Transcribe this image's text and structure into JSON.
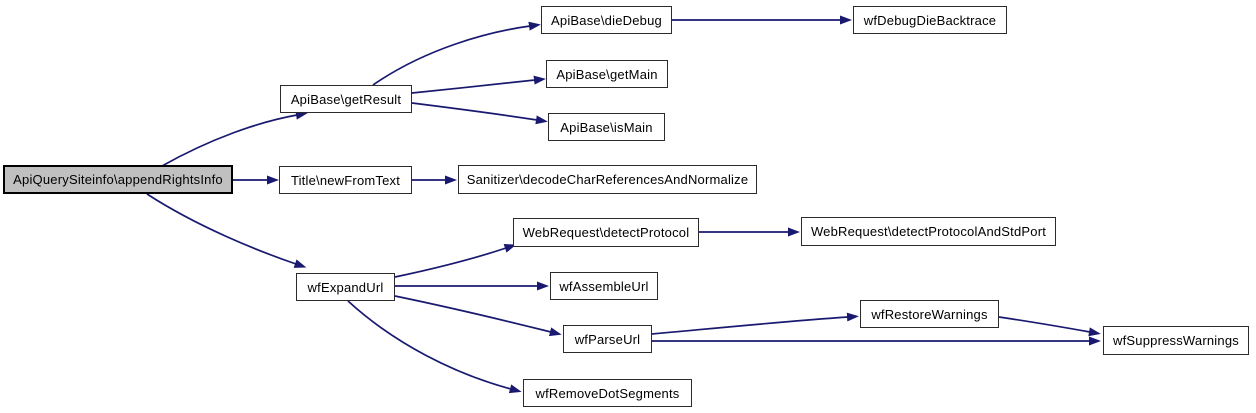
{
  "diagram": {
    "type": "call-graph",
    "background_color": "#ffffff",
    "edge_color": "#191970",
    "node_border_color": "#000000",
    "node_fill_color": "#ffffff",
    "highlight_fill_color": "#c0c0c0",
    "nodes": {
      "append_rights_info": {
        "label": "ApiQuerySiteinfo\\appendRightsInfo",
        "highlighted": true
      },
      "get_result": {
        "label": "ApiBase\\getResult",
        "highlighted": false
      },
      "die_debug": {
        "label": "ApiBase\\dieDebug",
        "highlighted": false
      },
      "get_main": {
        "label": "ApiBase\\getMain",
        "highlighted": false
      },
      "is_main": {
        "label": "ApiBase\\isMain",
        "highlighted": false
      },
      "wf_debug_die_backtrace": {
        "label": "wfDebugDieBacktrace",
        "highlighted": false
      },
      "new_from_text": {
        "label": "Title\\newFromText",
        "highlighted": false
      },
      "sanitizer_decode": {
        "label": "Sanitizer\\decodeCharReferencesAndNormalize",
        "highlighted": false
      },
      "wf_expand_url": {
        "label": "wfExpandUrl",
        "highlighted": false
      },
      "detect_protocol": {
        "label": "WebRequest\\detectProtocol",
        "highlighted": false
      },
      "wf_assemble_url": {
        "label": "wfAssembleUrl",
        "highlighted": false
      },
      "wf_parse_url": {
        "label": "wfParseUrl",
        "highlighted": false
      },
      "wf_remove_dot_segments": {
        "label": "wfRemoveDotSegments",
        "highlighted": false
      },
      "detect_protocol_and_std_port": {
        "label": "WebRequest\\detectProtocolAndStdPort",
        "highlighted": false
      },
      "wf_restore_warnings": {
        "label": "wfRestoreWarnings",
        "highlighted": false
      },
      "wf_suppress_warnings": {
        "label": "wfSuppressWarnings",
        "highlighted": false
      }
    },
    "edges": [
      {
        "from": "append_rights_info",
        "to": "get_result"
      },
      {
        "from": "append_rights_info",
        "to": "new_from_text"
      },
      {
        "from": "append_rights_info",
        "to": "wf_expand_url"
      },
      {
        "from": "get_result",
        "to": "die_debug"
      },
      {
        "from": "get_result",
        "to": "get_main"
      },
      {
        "from": "get_result",
        "to": "is_main"
      },
      {
        "from": "die_debug",
        "to": "wf_debug_die_backtrace"
      },
      {
        "from": "new_from_text",
        "to": "sanitizer_decode"
      },
      {
        "from": "wf_expand_url",
        "to": "detect_protocol"
      },
      {
        "from": "wf_expand_url",
        "to": "wf_assemble_url"
      },
      {
        "from": "wf_expand_url",
        "to": "wf_parse_url"
      },
      {
        "from": "wf_expand_url",
        "to": "wf_remove_dot_segments"
      },
      {
        "from": "detect_protocol",
        "to": "detect_protocol_and_std_port"
      },
      {
        "from": "wf_parse_url",
        "to": "wf_restore_warnings"
      },
      {
        "from": "wf_parse_url",
        "to": "wf_suppress_warnings"
      },
      {
        "from": "wf_restore_warnings",
        "to": "wf_suppress_warnings"
      }
    ]
  }
}
